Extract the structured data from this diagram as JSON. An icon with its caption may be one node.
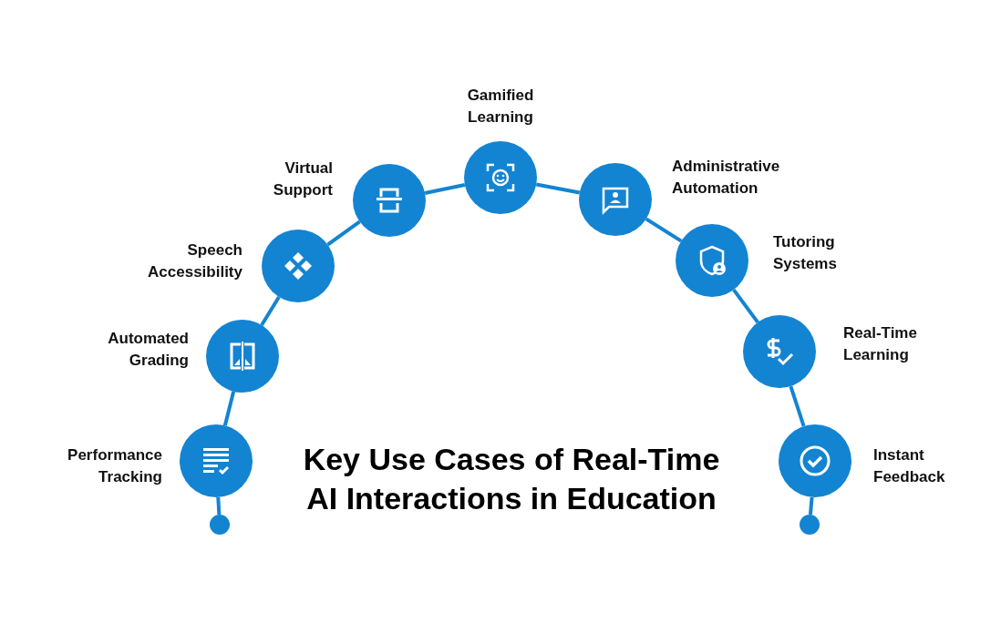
{
  "diagram": {
    "title": "Key Use Cases of Real-Time AI Interactions in Education",
    "nodes": [
      {
        "text": [],
        "shape": "circle"
      },
      {
        "text": [
          "Performance Tracking"
        ]
      },
      {
        "text": [
          "Automated Grading"
        ]
      },
      {
        "text": [
          "Speech Accessibility"
        ]
      },
      {
        "text": [
          "Virtual Support"
        ]
      },
      {
        "text": [
          "Gamified Learning"
        ]
      },
      {
        "text": [
          "Administrative Automation"
        ]
      },
      {
        "text": [
          "Tutoring Systems"
        ]
      },
      {
        "text": [
          "Real-Time Learning"
        ]
      },
      {
        "text": [
          "Instant Feedback"
        ]
      },
      {
        "text": [],
        "shape": "circle"
      }
    ],
    "edges": [
      {
        "from": 0,
        "to": 1,
        "arrow": "none"
      },
      {
        "from": 1,
        "to": 2,
        "arrow": "none"
      },
      {
        "from": 2,
        "to": 3,
        "arrow": "none"
      },
      {
        "from": 3,
        "to": 4,
        "arrow": "none"
      },
      {
        "from": 4,
        "to": 5,
        "arrow": "none"
      },
      {
        "from": 5,
        "to": 6,
        "arrow": "none"
      },
      {
        "from": 6,
        "to": 7,
        "arrow": "none"
      },
      {
        "from": 7,
        "to": 8,
        "arrow": "none"
      },
      {
        "from": 8,
        "to": 9,
        "arrow": "none"
      },
      {
        "from": 9,
        "to": 10,
        "arrow": "none"
      }
    ]
  }
}
